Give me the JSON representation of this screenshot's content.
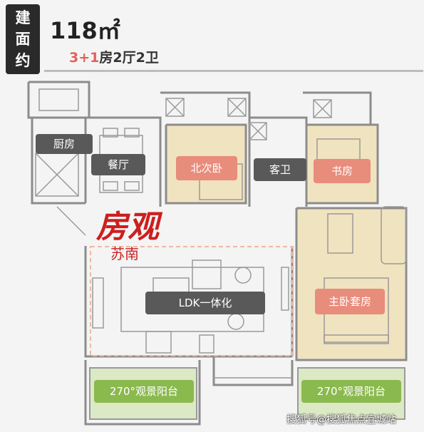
{
  "badge": {
    "chars": [
      "建",
      "面",
      "约"
    ]
  },
  "area": "118㎡",
  "layout": {
    "part1": "3+1",
    "part2": "房2厅2卫"
  },
  "rooms": {
    "kitchen": "厨房",
    "dining": "餐厅",
    "north_bedroom": "北次卧",
    "guest_bath": "客卫",
    "study": "书房",
    "ldk": "LDK一体化",
    "master_suite": "主卧套房",
    "balcony_left": "270°观景阳台",
    "balcony_right": "270°观景阳台"
  },
  "watermark": {
    "line1": "房观",
    "line2": "苏南"
  },
  "credit": "搜狐号@搜狐焦点宜城站",
  "colors": {
    "room_tan": "#f0e3bf",
    "balcony_green": "#dbe9c5",
    "accent_red": "#e0625c",
    "label_dark": "#595959",
    "label_pink": "#e88c7c",
    "label_green": "#8ab94d"
  }
}
